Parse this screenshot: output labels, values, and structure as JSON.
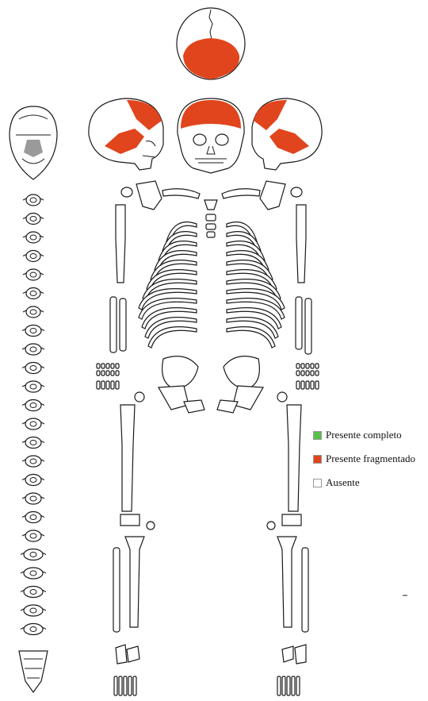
{
  "colors": {
    "complete": "#56c04a",
    "fragmented": "#e0451d",
    "absent": "#ffffff",
    "bone_outline": "#1a1a1a",
    "vertebra_highlight": "#9a9a9a"
  },
  "legend": [
    {
      "label": "Presente completo",
      "color": "#56c04a"
    },
    {
      "label": "Presente fragmentado",
      "color": "#e0451d"
    },
    {
      "label": "Ausente",
      "color": "#ffffff"
    }
  ]
}
